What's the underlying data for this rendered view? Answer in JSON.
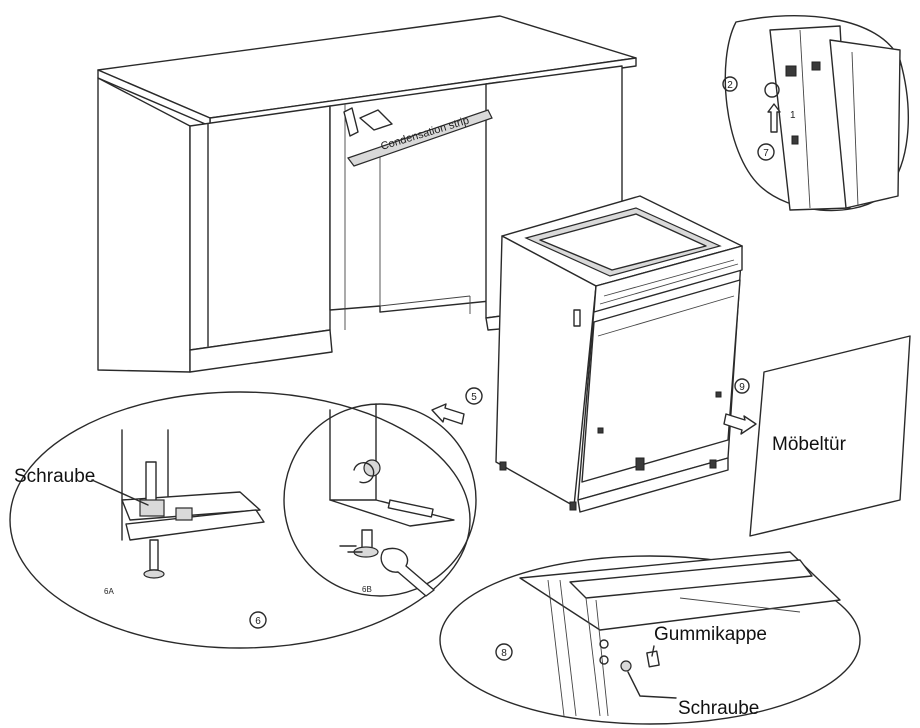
{
  "labels": {
    "condensation_strip": "Condensation strip",
    "moebeltuer": "Möbeltür",
    "schraube_left": "Schraube",
    "gummikappe": "Gummikappe",
    "schraube_bottom": "Schraube",
    "sub_6a": "6A",
    "sub_6b": "6B"
  },
  "steps": {
    "s5": "5",
    "s6": "6",
    "s7": "7",
    "s8": "8",
    "s9": "9",
    "s2": "2",
    "s1": "1"
  }
}
